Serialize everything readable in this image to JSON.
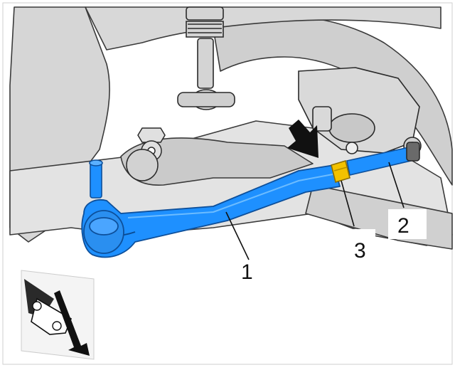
{
  "figure": {
    "callouts": [
      {
        "id": "1",
        "text": "1"
      },
      {
        "id": "2",
        "text": "2"
      },
      {
        "id": "3",
        "text": "3"
      }
    ],
    "colors": {
      "highlight_part": "#1e90ff",
      "highlight_part_dark": "#0d5fb8",
      "nut": "#f2c200",
      "linework": "#2a2a2a",
      "shading": "#d2d2d2",
      "arrow": "#111111"
    },
    "icons": [
      "direction-arrow-icon",
      "vehicle-orientation-icon"
    ]
  }
}
